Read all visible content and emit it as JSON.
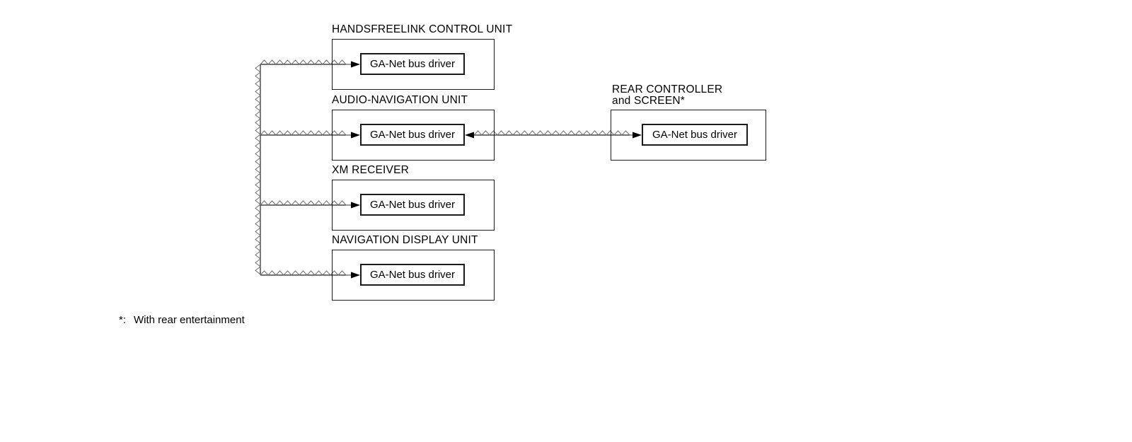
{
  "diagram": {
    "units": [
      {
        "label_lines": [
          "HANDSFREELINK CONTROL UNIT"
        ],
        "driver_label": "GA-Net bus driver"
      },
      {
        "label_lines": [
          "AUDIO-NAVIGATION UNIT"
        ],
        "driver_label": "GA-Net bus driver"
      },
      {
        "label_lines": [
          "XM RECEIVER"
        ],
        "driver_label": "GA-Net bus driver"
      },
      {
        "label_lines": [
          "NAVIGATION DISPLAY UNIT"
        ],
        "driver_label": "GA-Net bus driver"
      },
      {
        "label_lines": [
          "REAR CONTROLLER",
          "and SCREEN*"
        ],
        "driver_label": "GA-Net bus driver"
      }
    ],
    "footnote": {
      "marker": "*:",
      "text": "With rear entertainment"
    },
    "colors": {
      "background": "#ffffff",
      "text": "#000000",
      "box_border": "#1a1a1a",
      "wire_line": "#222222",
      "wire_zigzag": "#6e6e6e",
      "arrowhead": "#000000"
    }
  }
}
